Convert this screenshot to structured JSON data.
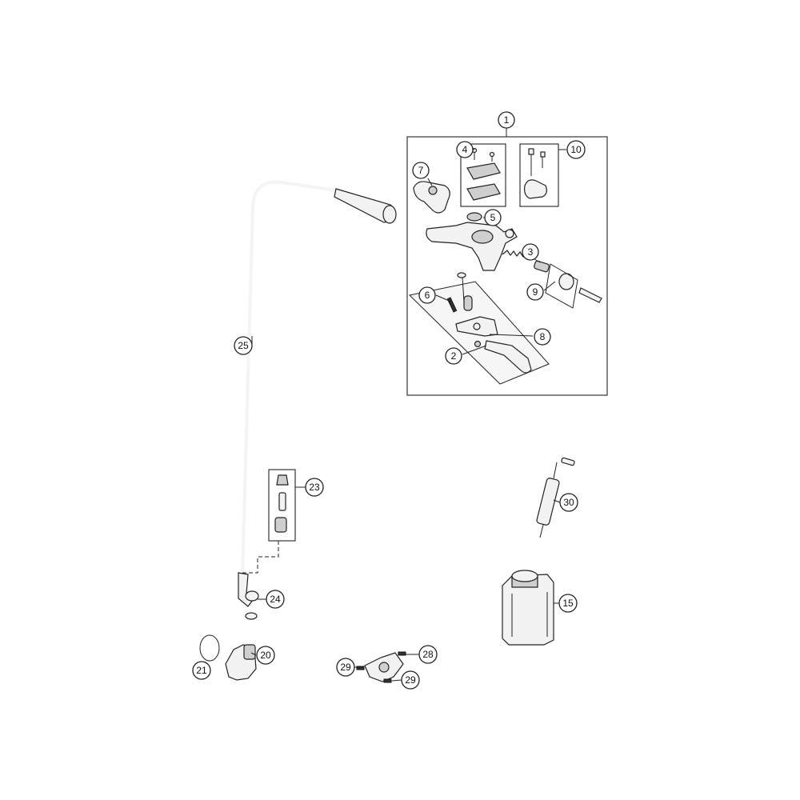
{
  "diagram": {
    "callouts": {
      "c1": "1",
      "c2": "2",
      "c3": "3",
      "c4": "4",
      "c5": "5",
      "c6": "6",
      "c7": "7",
      "c8": "8",
      "c9": "9",
      "c10": "10",
      "c15": "15",
      "c20": "20",
      "c21": "21",
      "c23": "23",
      "c24": "24",
      "c25": "25",
      "c28": "28",
      "c29a": "29",
      "c29b": "29",
      "c30": "30"
    }
  }
}
